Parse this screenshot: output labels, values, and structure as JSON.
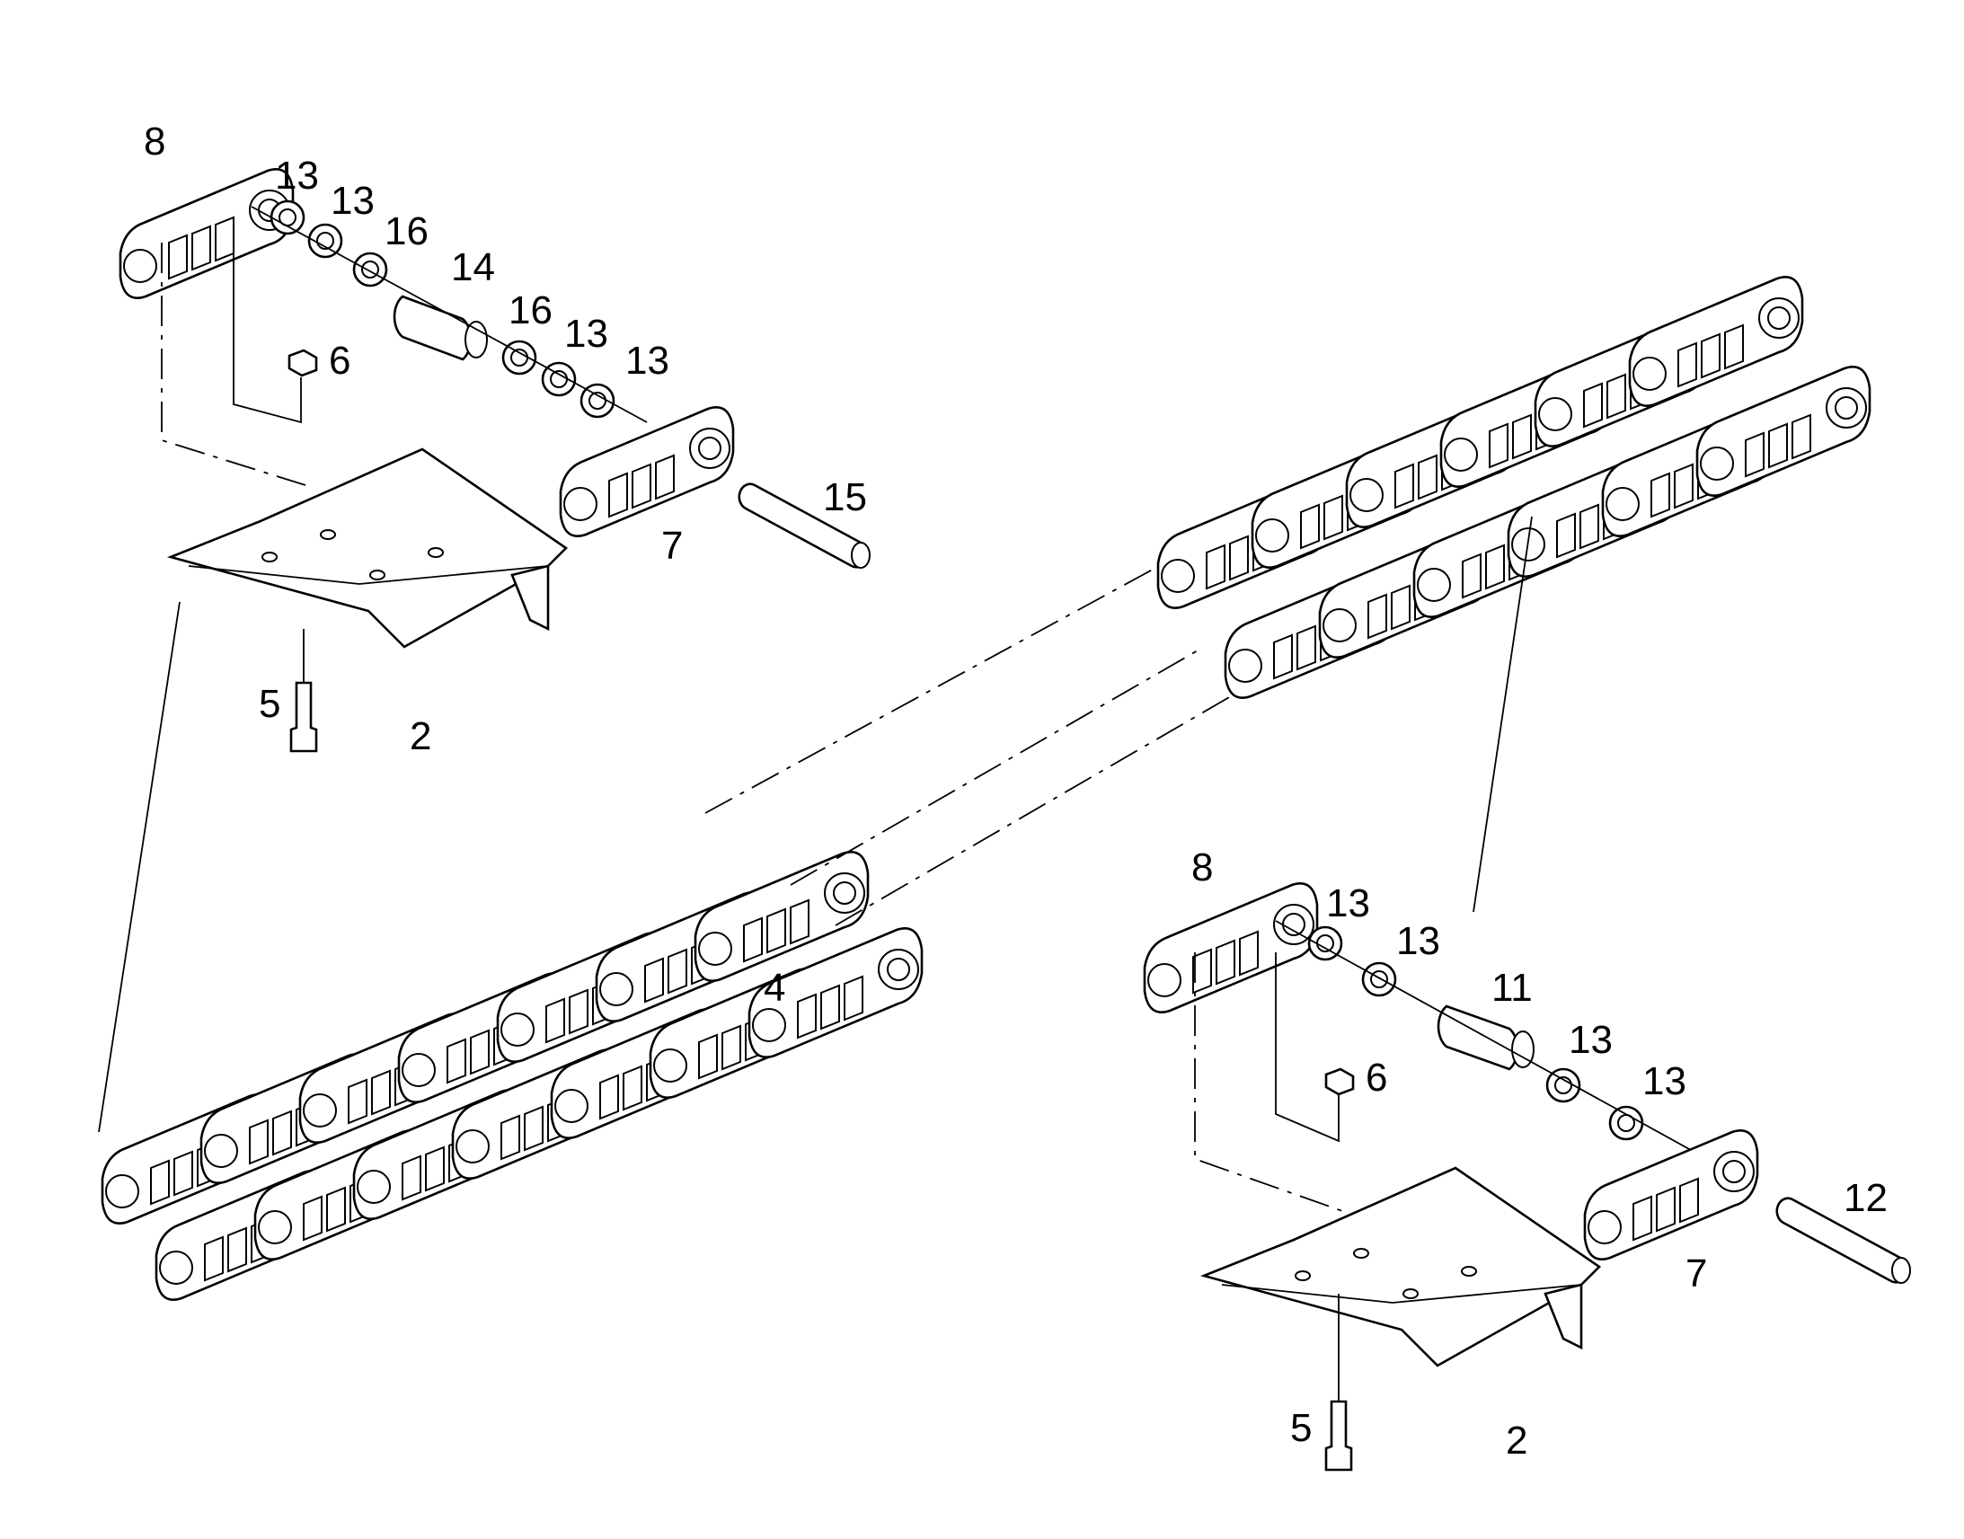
{
  "callouts": {
    "tl_8": "8",
    "tl_13a": "13",
    "tl_13b": "13",
    "tl_16a": "16",
    "tl_14": "14",
    "tl_16b": "16",
    "tl_13c": "13",
    "tl_13d": "13",
    "tl_6": "6",
    "tl_15": "15",
    "tl_7": "7",
    "tl_5": "5",
    "tl_2": "2",
    "center_4": "4",
    "br_8": "8",
    "br_13a": "13",
    "br_13b": "13",
    "br_11": "11",
    "br_13c": "13",
    "br_13d": "13",
    "br_6": "6",
    "br_12": "12",
    "br_7": "7",
    "br_5": "5",
    "br_2": "2"
  }
}
